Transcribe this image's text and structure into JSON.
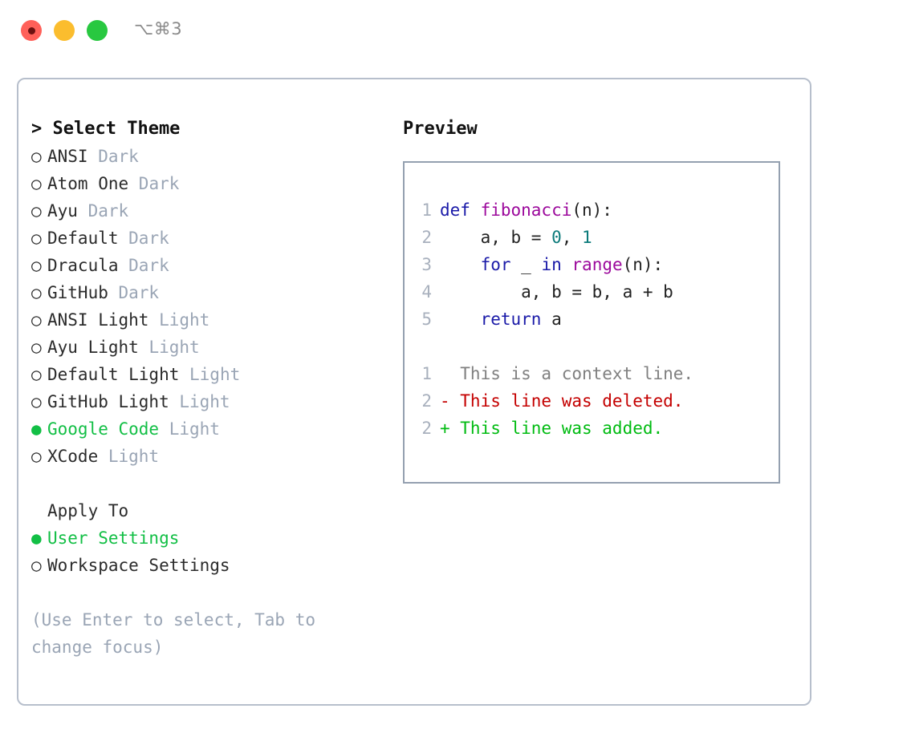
{
  "window": {
    "traffic_lights": [
      "close-red",
      "minimize-yellow",
      "zoom-green"
    ],
    "shortcut": "⌥⌘3"
  },
  "theme_picker": {
    "heading": "> Select Theme",
    "selected_bullet": "●",
    "unselected_bullet": "○",
    "options": [
      {
        "label": "ANSI",
        "variant": "Dark",
        "selected": false
      },
      {
        "label": "Atom One",
        "variant": "Dark",
        "selected": false
      },
      {
        "label": "Ayu",
        "variant": "Dark",
        "selected": false
      },
      {
        "label": "Default",
        "variant": "Dark",
        "selected": false
      },
      {
        "label": "Dracula",
        "variant": "Dark",
        "selected": false
      },
      {
        "label": "GitHub",
        "variant": "Dark",
        "selected": false
      },
      {
        "label": "ANSI Light",
        "variant": "Light",
        "selected": false
      },
      {
        "label": "Ayu Light",
        "variant": "Light",
        "selected": false
      },
      {
        "label": "Default Light",
        "variant": "Light",
        "selected": false
      },
      {
        "label": "GitHub Light",
        "variant": "Light",
        "selected": false
      },
      {
        "label": "Google Code",
        "variant": "Light",
        "selected": true
      },
      {
        "label": "XCode",
        "variant": "Light",
        "selected": false
      }
    ]
  },
  "apply_to": {
    "heading": "Apply To",
    "options": [
      {
        "label": "User Settings",
        "selected": true
      },
      {
        "label": "Workspace Settings",
        "selected": false
      }
    ]
  },
  "hint": "(Use Enter to select, Tab to change focus)",
  "preview": {
    "title": "Preview",
    "code_lines": [
      {
        "ln": "1",
        "tokens": [
          {
            "t": "def ",
            "c": "k"
          },
          {
            "t": "fibonacci",
            "c": "fn"
          },
          {
            "t": "(n):",
            "c": "pl"
          }
        ]
      },
      {
        "ln": "2",
        "tokens": [
          {
            "t": "    a, b = ",
            "c": "pl"
          },
          {
            "t": "0",
            "c": "num"
          },
          {
            "t": ", ",
            "c": "pl"
          },
          {
            "t": "1",
            "c": "num"
          }
        ]
      },
      {
        "ln": "3",
        "tokens": [
          {
            "t": "    ",
            "c": "pl"
          },
          {
            "t": "for",
            "c": "k"
          },
          {
            "t": " _ ",
            "c": "pl"
          },
          {
            "t": "in",
            "c": "k"
          },
          {
            "t": " ",
            "c": "pl"
          },
          {
            "t": "range",
            "c": "fn"
          },
          {
            "t": "(n):",
            "c": "pl"
          }
        ]
      },
      {
        "ln": "4",
        "tokens": [
          {
            "t": "        a, b = b, a + b",
            "c": "pl"
          }
        ]
      },
      {
        "ln": "5",
        "tokens": [
          {
            "t": "    ",
            "c": "pl"
          },
          {
            "t": "return",
            "c": "k"
          },
          {
            "t": " a",
            "c": "pl"
          }
        ]
      }
    ],
    "diff_lines": [
      {
        "ln": "1",
        "tokens": [
          {
            "t": "  This is a context line.",
            "c": "ctx"
          }
        ]
      },
      {
        "ln": "2",
        "tokens": [
          {
            "t": "- This line was deleted.",
            "c": "del"
          }
        ]
      },
      {
        "ln": "2",
        "tokens": [
          {
            "t": "+ This line was added.",
            "c": "add"
          }
        ]
      }
    ]
  },
  "colors": {
    "accent_green": "#12bf45",
    "muted": "#9aa5b5",
    "keyword": "#1a1aa8",
    "function": "#9c099c",
    "number": "#0b7a7a",
    "diff_removed": "#c40000",
    "diff_added": "#00bb11",
    "panel_border": "#b7bfcc",
    "preview_border": "#94a0b0"
  }
}
